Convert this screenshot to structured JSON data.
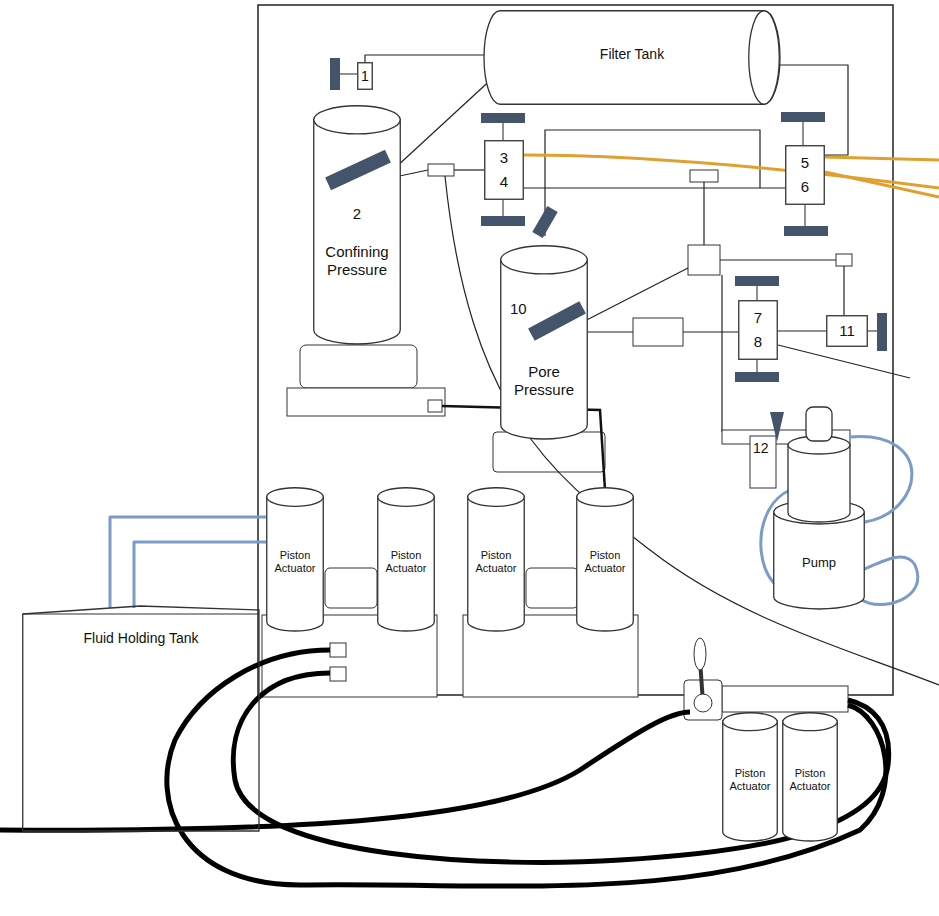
{
  "diagram": {
    "nodes": [
      {
        "text": [
          "Filter Tank"
        ]
      },
      {
        "text": [
          "1"
        ]
      },
      {
        "text": [
          "2",
          "Confining Pressure"
        ]
      },
      {
        "text": [
          "3",
          "4"
        ]
      },
      {
        "text": [
          "5",
          "6"
        ]
      },
      {
        "text": [
          "10",
          "Pore Pressure"
        ]
      },
      {
        "text": [
          "7",
          "8"
        ]
      },
      {
        "text": [
          "11"
        ]
      },
      {
        "text": [
          "Piston Actuator"
        ]
      },
      {
        "text": [
          "Piston Actuator"
        ]
      },
      {
        "text": [
          "Piston Actuator"
        ]
      },
      {
        "text": [
          "Piston Actuator"
        ]
      },
      {
        "text": [
          "Pump"
        ]
      },
      {
        "text": [
          "Fluid Holding Tank"
        ]
      },
      {
        "text": [
          "Piston Actuator"
        ]
      },
      {
        "text": [
          "Piston Actuator"
        ]
      }
    ],
    "edges": [
      {
        "from": 1,
        "to": 0,
        "arrow": "none"
      },
      {
        "from": 0,
        "to": 4,
        "arrow": "none"
      },
      {
        "from": 3,
        "to": 4,
        "arrow": "none"
      },
      {
        "from": 6,
        "to": 7,
        "arrow": "none"
      },
      {
        "from": 13,
        "to": 8,
        "arrow": "none"
      },
      {
        "from": 13,
        "to": 8,
        "arrow": "none"
      }
    ],
    "labels": [
      "12"
    ]
  }
}
